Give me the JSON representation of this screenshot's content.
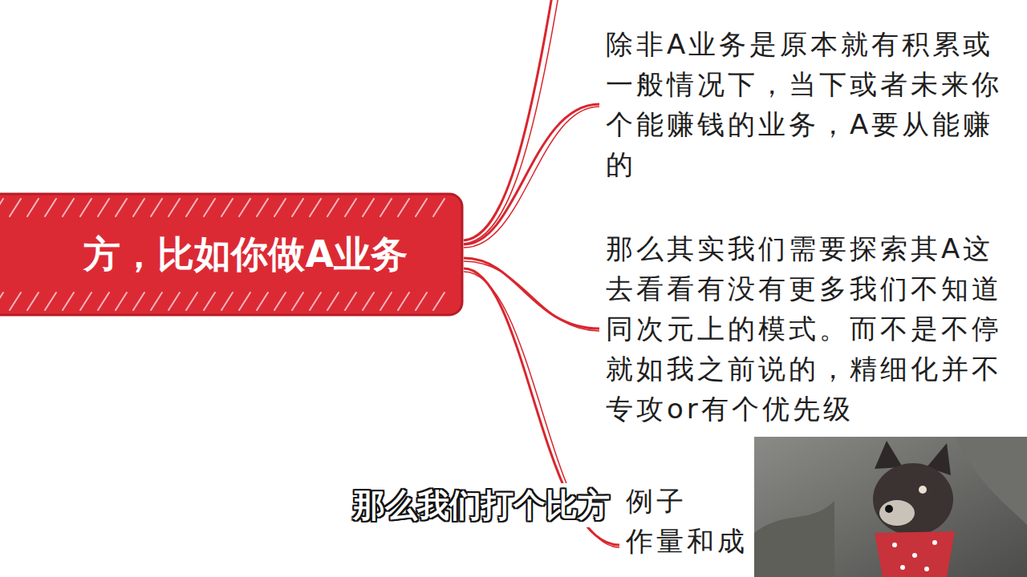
{
  "diagram": {
    "nodes": [
      {
        "text": [
          "方，比如你做A业务"
        ]
      },
      {
        "text": [
          "除非A业务是原本就有积累或 一般情况下，当下或者未来你 个能赚钱的业务，A要从能赚 的"
        ]
      },
      {
        "text": [
          "那么其实我们需要探索其A这 去看看有没有更多我们不知道 同次元上的模式。而不是不停 就如我之前说的，精细化并不 专攻or有个优先级"
        ]
      },
      {
        "text": [
          "例子 作量和成"
        ]
      }
    ],
    "edges": [
      {
        "from": 0,
        "to": 1,
        "arrow": "none"
      },
      {
        "from": 0,
        "to": 2,
        "arrow": "none"
      },
      {
        "from": 0,
        "to": 3,
        "arrow": "none"
      }
    ],
    "labels": [
      "那么我们打个比方"
    ]
  }
}
